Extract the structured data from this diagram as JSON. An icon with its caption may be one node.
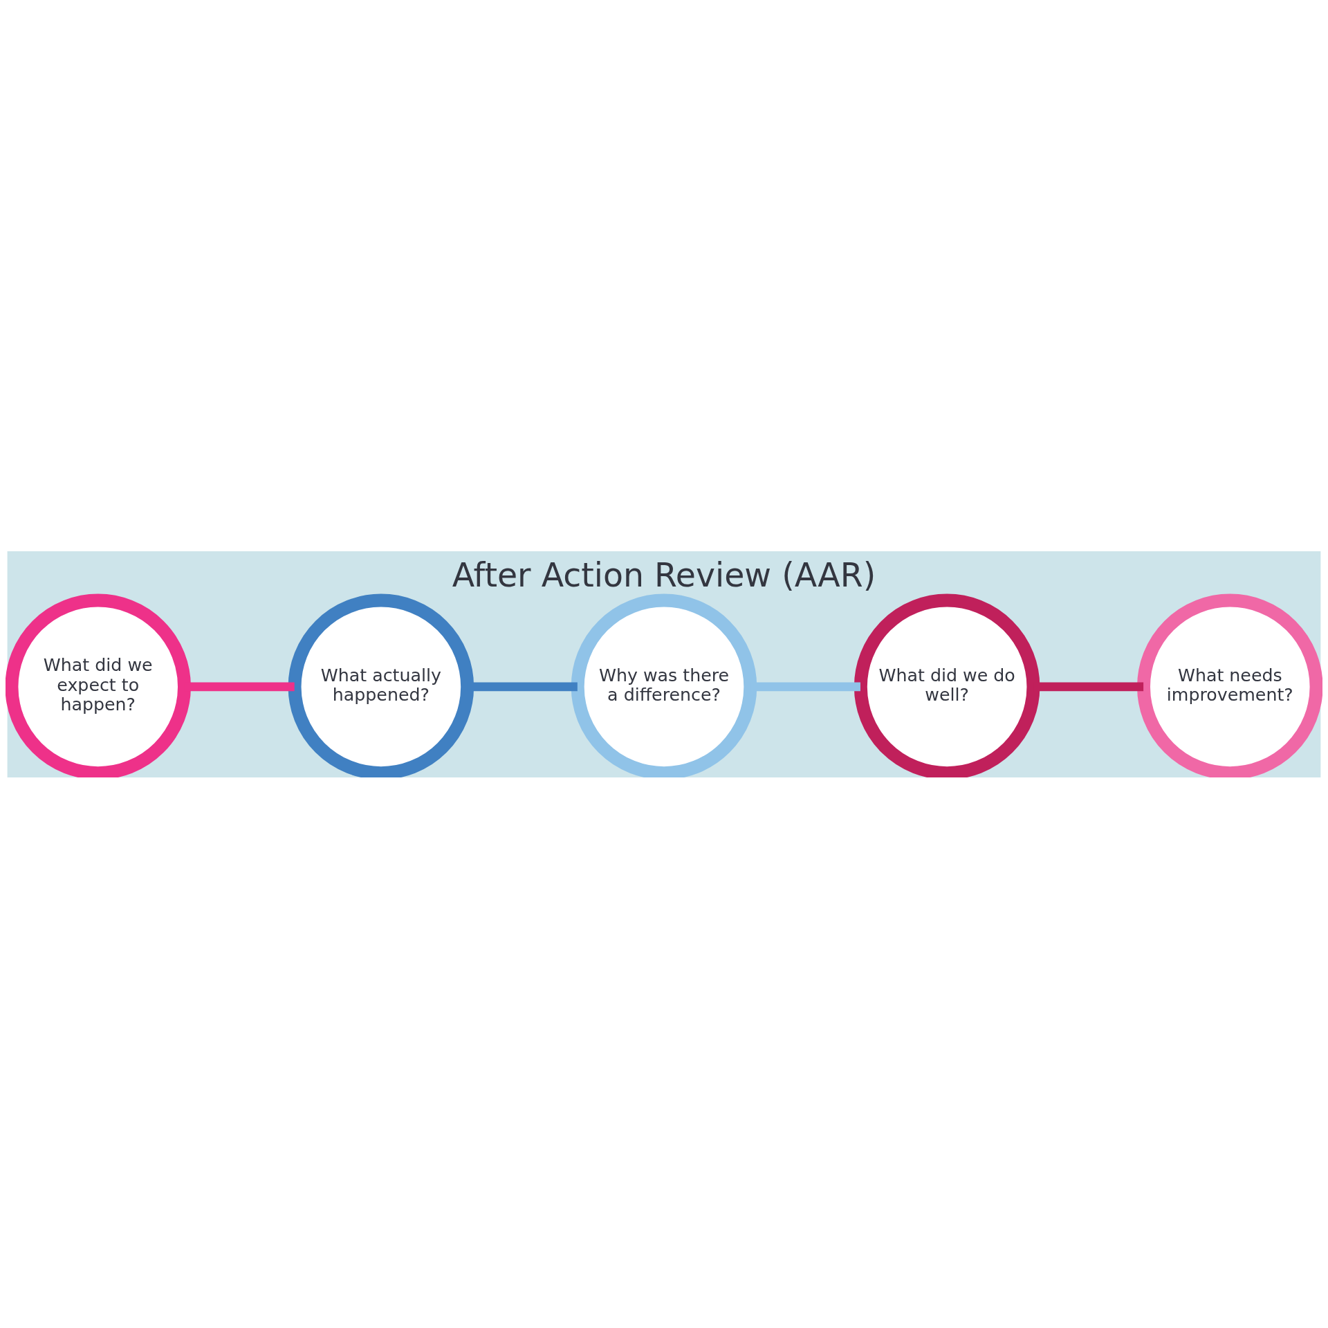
{
  "diagram": {
    "title": "After Action Review (AAR)",
    "nodes": [
      {
        "text": [
          "What did we expect to happen?"
        ]
      },
      {
        "text": [
          "What actually happened?"
        ]
      },
      {
        "text": [
          "Why was there a difference?"
        ]
      },
      {
        "text": [
          "What did we do well?"
        ]
      },
      {
        "text": [
          "What needs improvement?"
        ]
      }
    ],
    "edges": [
      {
        "from": 0,
        "to": 1,
        "arrow": "none",
        "color": "#ee3189"
      },
      {
        "from": 1,
        "to": 2,
        "arrow": "none",
        "color": "#4080c2"
      },
      {
        "from": 2,
        "to": 3,
        "arrow": "none",
        "color": "#90c3e8"
      },
      {
        "from": 3,
        "to": 4,
        "arrow": "none",
        "color": "#c0205b"
      }
    ]
  }
}
